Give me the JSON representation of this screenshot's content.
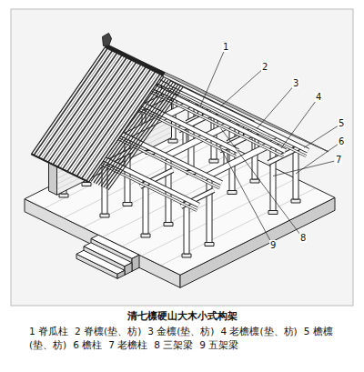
{
  "diagram": {
    "caption": "清七檩硬山大木小式构架",
    "labels": [
      "1",
      "2",
      "3",
      "4",
      "5",
      "6",
      "7",
      "8",
      "9",
      "1 脊瓜柱",
      "2 脊檩(垫、枋)",
      "3 金檩(垫、枋)",
      "4 老檐檩(垫、枋)",
      "5 檐檩(垫、枋)",
      "6 檐柱",
      "7 老檐柱",
      "8 三架梁",
      "9 五架梁"
    ]
  }
}
